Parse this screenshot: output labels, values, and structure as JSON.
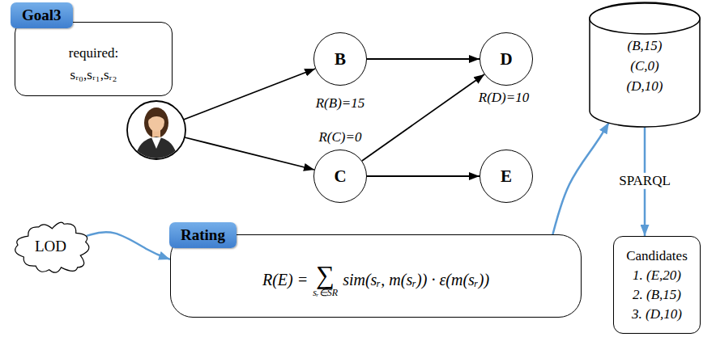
{
  "diagram": {
    "nodes": [
      {
        "text": [
          "Goal3",
          "required: sᵣ₀,sᵣ₁,sᵣ₂"
        ]
      },
      {
        "text": [
          "B"
        ]
      },
      {
        "text": [
          "D"
        ]
      },
      {
        "text": [
          "(B,15)",
          "(C,0)",
          "(D,10)"
        ]
      },
      {
        "text": [
          "C"
        ]
      },
      {
        "text": [
          "E"
        ]
      },
      {
        "text": [
          "Candidates",
          "1. (E,20)",
          "2. (B,15)",
          "3. (D,10)"
        ]
      },
      {
        "text": [
          "LOD"
        ]
      },
      {
        "text": [
          "Rating",
          "R(E) =",
          "∑",
          "sᵣ∈SR",
          "sim(sᵣ, m(sᵣ)) · ε(m(sᵣ))"
        ]
      }
    ],
    "edges": [
      {
        "from": 1,
        "to": 2,
        "arrow": "to"
      },
      {
        "from": 4,
        "to": 2,
        "arrow": "to"
      },
      {
        "from": 4,
        "to": 5,
        "arrow": "to"
      },
      {
        "from": 7,
        "to": 8,
        "arrow": "to"
      },
      {
        "from": 8,
        "to": 3,
        "arrow": "to"
      },
      {
        "from": 3,
        "to": 6,
        "arrow": "to",
        "label": "SPARQL"
      }
    ],
    "labels": [
      "R(B)=15",
      "R(C)=0",
      "R(D)=10"
    ]
  }
}
